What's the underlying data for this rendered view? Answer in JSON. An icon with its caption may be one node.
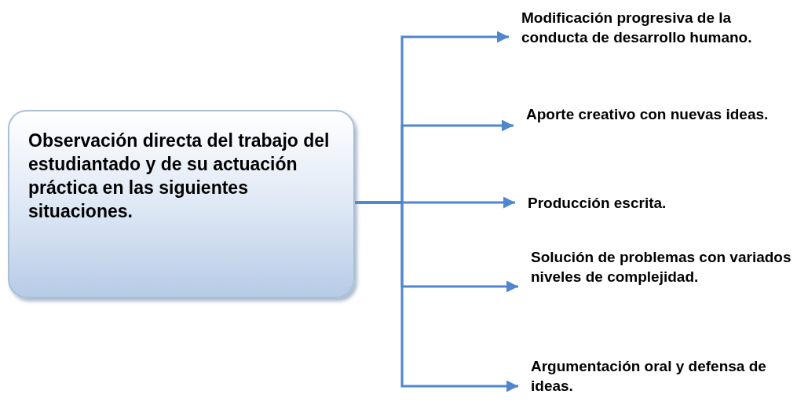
{
  "diagram": {
    "nodes": [
      {
        "text": [
          "Observación directa del trabajo del estudiantado y de su actuación práctica en las siguientes situaciones."
        ]
      },
      {
        "text": [
          "Modificación progresiva de la conducta de desarrollo humano."
        ]
      },
      {
        "text": [
          "Aporte creativo con nuevas ideas."
        ]
      },
      {
        "text": [
          "Producción escrita."
        ]
      },
      {
        "text": [
          "Solución de problemas con variados niveles de complejidad."
        ]
      },
      {
        "text": [
          "Argumentación oral y defensa de ideas."
        ]
      }
    ],
    "edges": [
      {
        "from": 0,
        "to": 1,
        "arrow": "to"
      },
      {
        "from": 0,
        "to": 2,
        "arrow": "to"
      },
      {
        "from": 0,
        "to": 3,
        "arrow": "to"
      },
      {
        "from": 0,
        "to": 4,
        "arrow": "to"
      },
      {
        "from": 0,
        "to": 5,
        "arrow": "to"
      }
    ]
  }
}
